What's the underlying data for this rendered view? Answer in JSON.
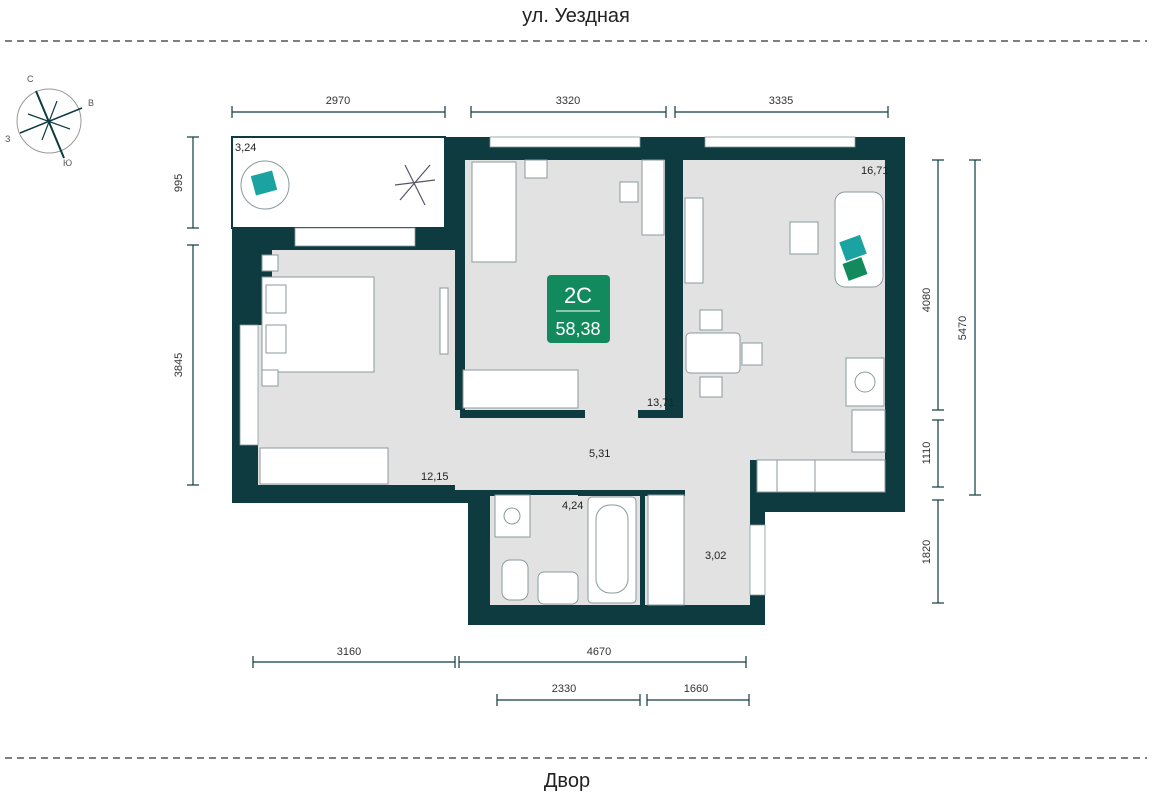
{
  "streets": {
    "top": "ул. Уездная",
    "bottom": "Двор"
  },
  "compass": {
    "north": "С",
    "east": "В",
    "west": "З",
    "south": "Ю"
  },
  "badge": {
    "type": "2С",
    "total_area": "58,38",
    "color": "#138a5e"
  },
  "colors": {
    "wall": "#0d3b3f",
    "floor": "#e2e2e2",
    "accent": "#1aa3a0"
  },
  "areas": {
    "balcony": "3,24",
    "bedroom": "12,15",
    "living_room": "13,71",
    "kitchen_living": "16,71",
    "corridor": "5,31",
    "bathroom": "4,24",
    "hall": "3,02"
  },
  "dimensions": {
    "top_left": "2970",
    "top_middle": "3320",
    "top_right": "3335",
    "left_top": "995",
    "left_bottom": "3845",
    "right_inner_top": "4080",
    "right_inner_bottom": "1110",
    "right_outer": "5470",
    "right_lower": "1820",
    "bottom_left": "3160",
    "bottom_right": "4670",
    "bottom_sub_left": "2330",
    "bottom_sub_right": "1660"
  }
}
